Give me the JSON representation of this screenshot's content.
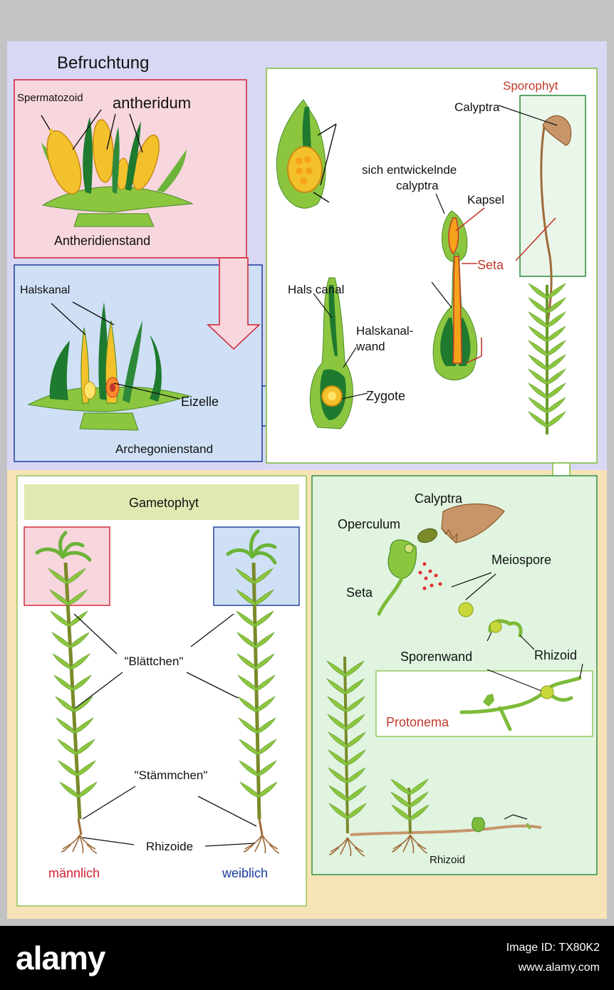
{
  "title": "Befruchtung",
  "labels": {
    "spermatozoid": "Spermatozoid",
    "antheridum": "antheridum",
    "antheridienstand": "Antheridienstand",
    "halskanal": "Halskanal",
    "eizelle": "Eizelle",
    "archegonienstand": "Archegonienstand",
    "sporophyt": "Sporophyt",
    "calyptra_top": "Calyptra",
    "sich_entwickelnde_1": "sich entwickelnde",
    "sich_entwickelnde_2": "calyptra",
    "kapsel": "Kapsel",
    "seta_top": "Seta",
    "hals_canal": "Hals canal",
    "halskanalwand_1": "Halskanal-",
    "halskanalwand_2": "wand",
    "zygote": "Zygote",
    "gametophyt": "Gametophyt",
    "blaettchen": "\"Blättchen\"",
    "staemmchen": "\"Stämmchen\"",
    "rhizoide": "Rhizoide",
    "maennlich": "männlich",
    "weiblich": "weiblich",
    "calyptra_bottom": "Calyptra",
    "operculum": "Operculum",
    "meiospore": "Meiospore",
    "seta_bottom": "Seta",
    "sporenwand": "Sporenwand",
    "rhizoid_upper": "Rhizoid",
    "protonema": "Protonema",
    "rhizoid_lower": "Rhizoid"
  },
  "colors": {
    "fertilization_bg": "#d8d8f4",
    "gametophyte_bg": "#f6e4b8",
    "male_red": "#d02030",
    "female_blue": "#1a3a9a",
    "sporophyte_red": "#c0392b",
    "moss_green": "#7dbb3a",
    "dark_green": "#1e7a2e",
    "yellow": "#f3c12c"
  },
  "footer": {
    "brand": "alamy",
    "image_id": "Image ID: TX80K2",
    "site": "www.alamy.com"
  }
}
